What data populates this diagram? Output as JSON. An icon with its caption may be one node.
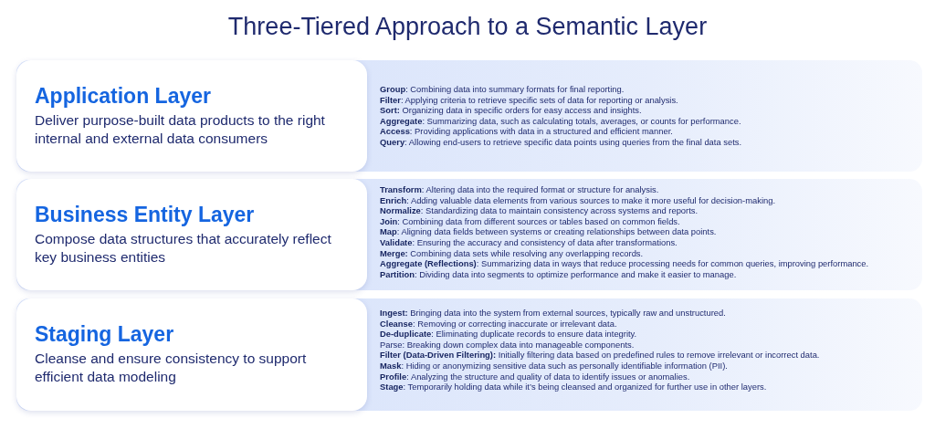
{
  "diagram": {
    "title": "Three-Tiered Approach to a Semantic Layer",
    "nodes": [
      {
        "text": [
          "**Group**: Combining data into summary formats for final reporting.",
          "**Filter**: Applying criteria to retrieve specific sets of data for reporting or analysis.",
          "**Sort:** Organizing data in specific orders for easy access and insights.",
          "**Aggregate**: Summarizing data, such as calculating totals, averages, or counts for performance.",
          "**Access**: Providing applications with data in a structured and efficient manner.",
          "**Query**: Allowing end-users to retrieve specific data points using queries from the final data sets."
        ]
      },
      {
        "text": [
          "Application Layer",
          "Deliver purpose-built data products to the right internal and external data consumers"
        ],
        "in": 0
      },
      {
        "text": [
          "**Transform**: Altering data into the required format or structure for analysis.",
          "**Enrich**: Adding valuable data elements from various sources to make it more useful for decision-making.",
          "**Normalize**: Standardizing data to maintain consistency across systems and reports.",
          "**Join**: Combining data from different sources or tables based on common fields.",
          "**Map**: Aligning data fields between systems or creating relationships between data points.",
          "**Validate**: Ensuring the accuracy and consistency of data after transformations.",
          "**Merge:** Combining data sets while resolving any overlapping records.",
          "**Aggregate (Reflections)**: Summarizing data in ways that reduce processing needs for common queries, improving performance.",
          "**Partition**: Dividing data into segments to optimize performance and make it easier to manage."
        ]
      },
      {
        "text": [
          "Business Entity Layer",
          "Compose data structures that accurately reflect key business entities"
        ],
        "in": 2
      },
      {
        "text": [
          "**Ingest:** Bringing data into the system from external sources, typically raw and unstructured.",
          "**Cleanse**: Removing or correcting inaccurate or irrelevant data.",
          "**De-duplicate**: Eliminating duplicate records to ensure data integrity.",
          "Parse: Breaking down complex data into manageable components.",
          "**Filter (Data-Driven Filtering):** Initially filtering data based on predefined rules to remove irrelevant or incorrect data.",
          "**Mask**: Hiding or anonymizing sensitive data such as personally identifiable information (PII).",
          "**Profile**: Analyzing the structure and quality of data to identify issues or anomalies.",
          "**Stage**: Temporarily holding data while it’s being cleansed and organized for further use in other layers."
        ]
      },
      {
        "text": [
          "Staging Layer",
          "Cleanse and ensure consistency to support efficient data modeling"
        ],
        "in": 4
      }
    ],
    "edges": []
  }
}
